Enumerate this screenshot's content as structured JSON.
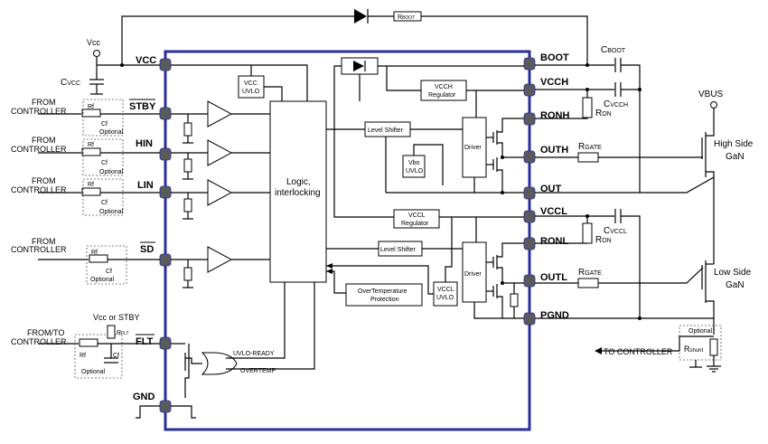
{
  "pins": {
    "vcc": "VCC",
    "stby": "STBY",
    "hin": "HIN",
    "lin": "LIN",
    "sd": "SD",
    "flt": "FLT",
    "gnd": "GND",
    "boot": "BOOT",
    "vcch": "VCCH",
    "ronh": "RONH",
    "outh": "OUTH",
    "out": "OUT",
    "vccl": "VCCL",
    "ronl": "RONL",
    "outl": "OUTL",
    "pgnd": "PGND"
  },
  "blocks": {
    "logic_line1": "Logic,",
    "logic_line2": "interlocking",
    "vcc_uvlo_line1": "VCC",
    "vcc_uvlo_line2": "UVLO",
    "vcch_reg_line1": "VCCH",
    "vcch_reg_line2": "Regulator",
    "level_shifter_h": "Level Shifter",
    "driver_h": "Driver",
    "vbo_uvlo_line1": "Vbo",
    "vbo_uvlo_line2": "UVLO",
    "vccl_reg_line1": "VCCL",
    "vccl_reg_line2": "Regulator",
    "level_shifter_l": "Level Shifter",
    "driver_l": "Driver",
    "vccl_uvlo_line1": "VCCL",
    "vccl_uvlo_line2": "UVLO",
    "overtemp_line1": "OverTemperature",
    "overtemp_line2": "Protection",
    "uvlo_ready": "UVLO-READY",
    "overtemp": "OVERTEMP"
  },
  "external": {
    "vcc": "Vcc",
    "cvcc": "C",
    "cvcc_sub": "VCC",
    "from_controller_1": "FROM",
    "from_controller_2": "CONTROLLER",
    "from_to_1": "FROM/TO",
    "from_to_2": "CONTROLLER",
    "vcc_or_stby": "Vcc or STBY",
    "rflt": "R",
    "rflt_sub": "FLT",
    "rf": "Rf",
    "cf": "Cf",
    "optional": "Optional",
    "rboot": "R",
    "rboot_sub": "BOOT",
    "cboot": "C",
    "cboot_sub": "BOOT",
    "cvcch": "C",
    "cvcch_sub": "VCCH",
    "ron": "R",
    "ron_sub": "ON",
    "rgate": "R",
    "rgate_sub": "GATE",
    "cvccl": "C",
    "cvccl_sub": "VCCL",
    "vbus": "VBUS",
    "high_side_1": "High Side",
    "high_side_2": "GaN",
    "low_side_1": "Low Side",
    "low_side_2": "GaN",
    "to_controller": "TO CONTROLLER",
    "rshunt": "R",
    "rshunt_sub": "shunt"
  },
  "colors": {
    "chip_border": "#2b2f9a",
    "pad_fill": "#5a5a5a",
    "wire": "#000000"
  }
}
